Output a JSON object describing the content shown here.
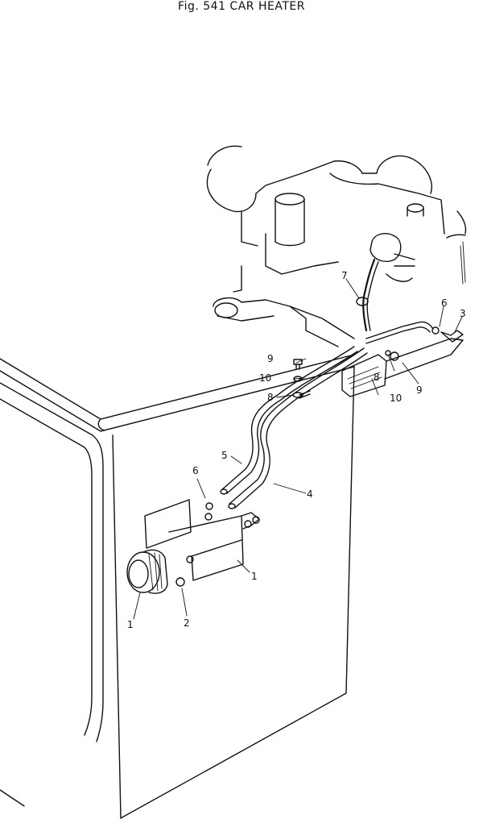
{
  "figure": {
    "title": "Fig. 541   CAR HEATER"
  },
  "callouts": [
    {
      "id": "c1a",
      "text": "1"
    },
    {
      "id": "c1b",
      "text": "1"
    },
    {
      "id": "c2",
      "text": "2"
    },
    {
      "id": "c3",
      "text": "3"
    },
    {
      "id": "c4",
      "text": "4"
    },
    {
      "id": "c5",
      "text": "5"
    },
    {
      "id": "c6a",
      "text": "6"
    },
    {
      "id": "c6b",
      "text": "6"
    },
    {
      "id": "c7",
      "text": "7"
    },
    {
      "id": "c8a",
      "text": "8"
    },
    {
      "id": "c8b",
      "text": "8"
    },
    {
      "id": "c9a",
      "text": "9"
    },
    {
      "id": "c9b",
      "text": "9"
    },
    {
      "id": "c10a",
      "text": "10"
    },
    {
      "id": "c10b",
      "text": "10"
    }
  ]
}
